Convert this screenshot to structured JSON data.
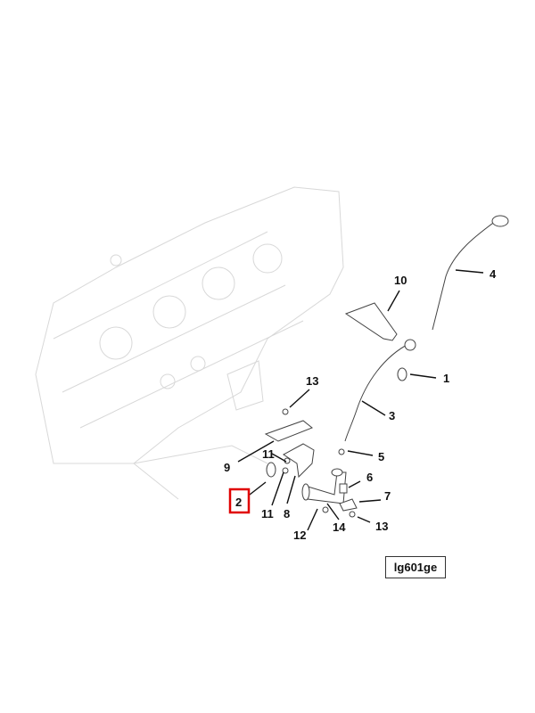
{
  "diagram": {
    "reference_code": "lg601ge",
    "highlighted_callout": "2",
    "highlight_color": "#e00000",
    "callouts": {
      "c1": "1",
      "c2": "2",
      "c3": "3",
      "c4": "4",
      "c5": "5",
      "c6": "6",
      "c7": "7",
      "c8": "8",
      "c9": "9",
      "c10": "10",
      "c11a": "11",
      "c11b": "11",
      "c12": "12",
      "c13a": "13",
      "c13b": "13",
      "c14": "14"
    }
  }
}
